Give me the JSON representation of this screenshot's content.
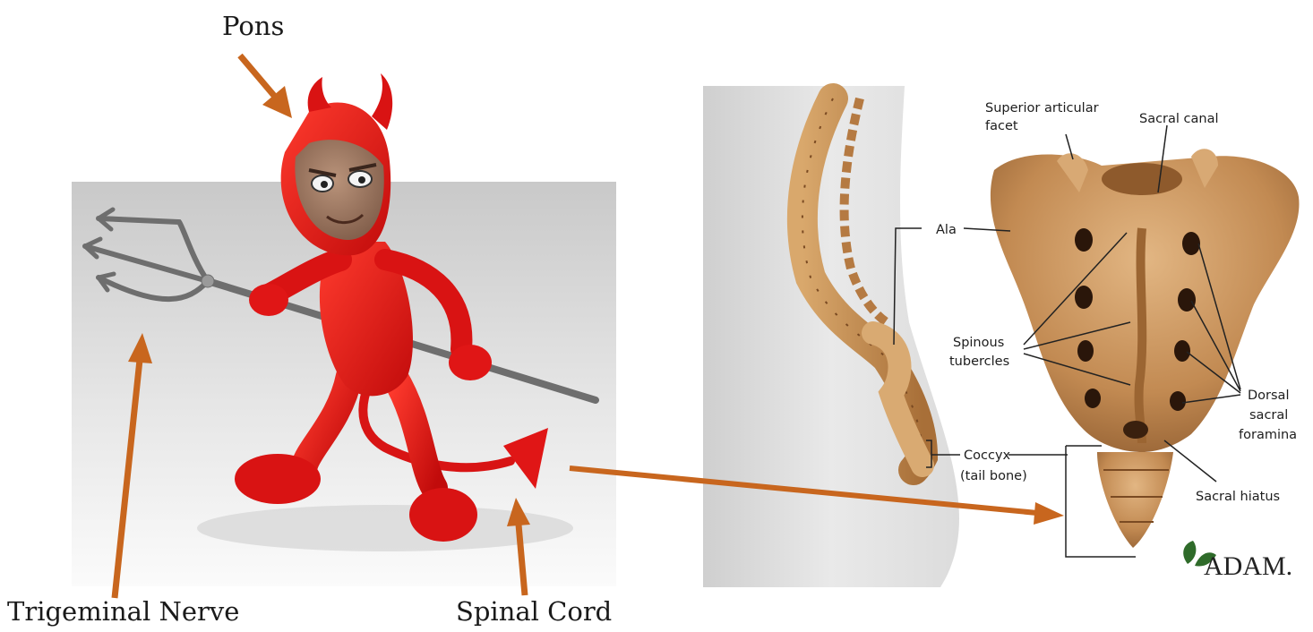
{
  "callouts": {
    "pons": "Pons",
    "trigeminal": "Trigeminal Nerve",
    "spinal_cord": "Spinal Cord"
  },
  "anatomy_labels": {
    "superior_articular_1": "Superior articular",
    "superior_articular_2": "facet",
    "sacral_canal": "Sacral canal",
    "ala": "Ala",
    "spinous_1": "Spinous",
    "spinous_2": "tubercles",
    "dorsal_1": "Dorsal",
    "dorsal_2": "sacral",
    "dorsal_3": "foramina",
    "coccyx_1": "Coccyx",
    "coccyx_2": "(tail bone)",
    "sacral_hiatus": "Sacral hiatus"
  },
  "logo": "ADAM.",
  "colors": {
    "arrow": "#c8661e",
    "devil_red": "#e01616",
    "bone": "#c8935a",
    "label_line": "#222222"
  }
}
